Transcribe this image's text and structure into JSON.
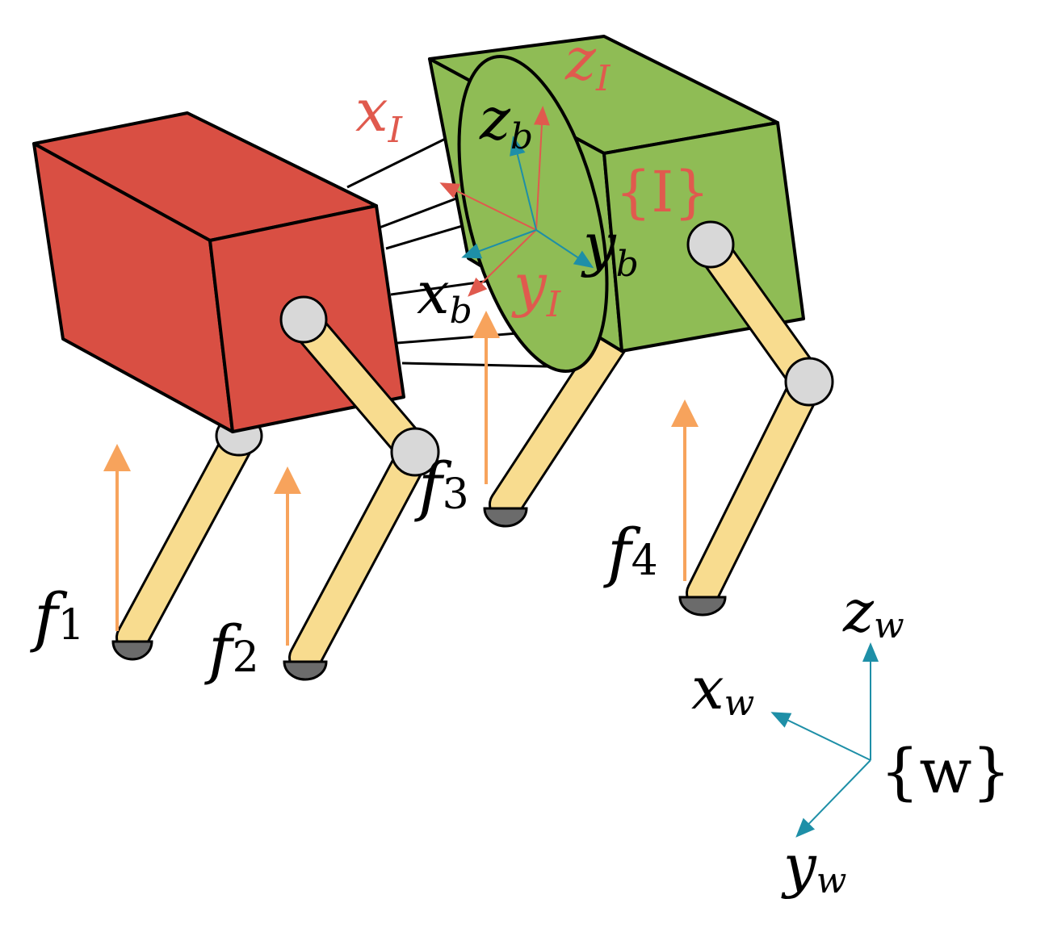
{
  "colors": {
    "red_body": "#d94f43",
    "green_body": "#8fbc55",
    "leg": "#f8dc8f",
    "joint": "#d8d8d8",
    "foot": "#6b6b6b",
    "force_arrow": "#f7a35c",
    "frame_red": "#e05a4e",
    "frame_teal": "#1e8fa7",
    "outline": "#000000"
  },
  "labels": {
    "x_I": {
      "main": "x",
      "sub": "I"
    },
    "z_I": {
      "main": "z",
      "sub": "I"
    },
    "y_I": {
      "main": "y",
      "sub": "I"
    },
    "frame_I": "{I}",
    "z_b": {
      "main": "z",
      "sub": "b"
    },
    "x_b": {
      "main": "x",
      "sub": "b"
    },
    "y_b": {
      "main": "y",
      "sub": "b"
    },
    "f1": {
      "main": "f",
      "sub": "1"
    },
    "f2": {
      "main": "f",
      "sub": "2"
    },
    "f3": {
      "main": "f",
      "sub": "3"
    },
    "f4": {
      "main": "f",
      "sub": "4"
    },
    "z_w": {
      "main": "z",
      "sub": "w"
    },
    "x_w": {
      "main": "x",
      "sub": "w"
    },
    "y_w": {
      "main": "y",
      "sub": "w"
    },
    "frame_w": "{w}"
  },
  "icons": {
    "body_rear": "red-cuboid",
    "body_front": "green-cuboid",
    "spine_joint": "ellipse-joint",
    "leg": "capsule-link",
    "force": "arrow-up"
  }
}
